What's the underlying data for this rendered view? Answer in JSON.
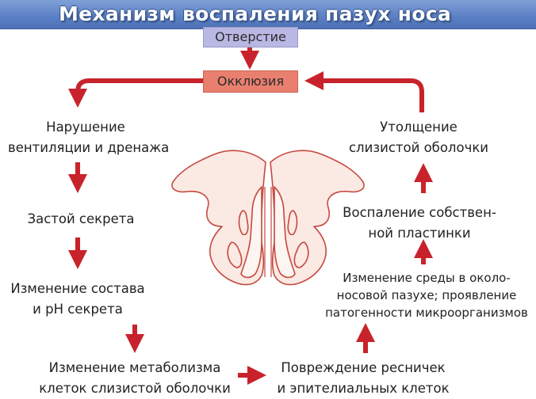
{
  "title": "Механизм воспаления пазух носа",
  "colors": {
    "title_bar": "#5b7fc4",
    "arrow": "#c8232c",
    "opening_box": "#b9b7e3",
    "occlusion_box": "#e9806f",
    "sinus_outline": "#c4493f",
    "sinus_fill": "#fbe9e3"
  },
  "nodes": {
    "opening": "Отверстие",
    "occlusion": "Окклюзия",
    "left": [
      {
        "line1": "Нарушение",
        "line2": "вентиляции и дренажа"
      },
      {
        "line1": "Застой секрета",
        "line2": ""
      },
      {
        "line1": "Изменение состава",
        "line2": "и pH секрета"
      },
      {
        "line1": "Изменение метаболизма",
        "line2": "клеток слизистой оболочки"
      }
    ],
    "bottom_right": {
      "line1": "Повреждение ресничек",
      "line2": "и эпителиальных клеток"
    },
    "right": [
      {
        "line1": "Изменение среды в около-",
        "line2": "носовой пазухе; проявление",
        "line3": "патогенности микроорганизмов"
      },
      {
        "line1": "Воспаление собствен-",
        "line2": "ной пластинки"
      },
      {
        "line1": "Утолщение",
        "line2": "слизистой оболочки"
      }
    ]
  }
}
